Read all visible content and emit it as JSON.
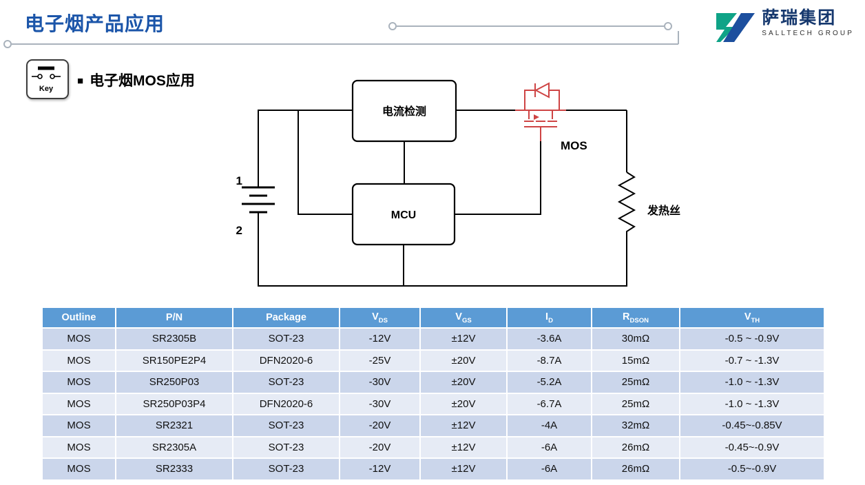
{
  "colors": {
    "title_blue": "#1B55A9",
    "logo_navy": "#16386E",
    "logo_green": "#0FA387",
    "table_header_bg": "#5B9BD5",
    "table_band_dark": "#CBD6EB",
    "table_band_light": "#E6EBF5",
    "mosfet_red": "#CE4444",
    "divider_gray": "#A9B2BC"
  },
  "header": {
    "title": "电子烟产品应用",
    "logo_text": "萨瑞集团",
    "logo_subtext": "SALLTECH GROUP"
  },
  "section": {
    "key_icon_label": "Key",
    "bullet": "■",
    "heading": "电子烟MOS应用"
  },
  "diagram": {
    "blocks": {
      "current_sense": "电流检测",
      "mcu": "MCU"
    },
    "labels": {
      "mos": "MOS",
      "heater": "发热丝",
      "battery_pin1": "1",
      "battery_pin2": "2"
    }
  },
  "table": {
    "headers": [
      {
        "base": "Outline",
        "sub": ""
      },
      {
        "base": "P/N",
        "sub": ""
      },
      {
        "base": "Package",
        "sub": ""
      },
      {
        "base": "V",
        "sub": "DS"
      },
      {
        "base": "V",
        "sub": "GS"
      },
      {
        "base": "I",
        "sub": "D"
      },
      {
        "base": "R",
        "sub": "DSON"
      },
      {
        "base": "V",
        "sub": "TH"
      }
    ],
    "rows": [
      [
        "MOS",
        "SR2305B",
        "SOT-23",
        "-12V",
        "±12V",
        "-3.6A",
        "30mΩ",
        "-0.5 ~ -0.9V"
      ],
      [
        "MOS",
        "SR150PE2P4",
        "DFN2020-6",
        "-25V",
        "±20V",
        "-8.7A",
        "15mΩ",
        "-0.7 ~ -1.3V"
      ],
      [
        "MOS",
        "SR250P03",
        "SOT-23",
        "-30V",
        "±20V",
        "-5.2A",
        "25mΩ",
        "-1.0 ~ -1.3V"
      ],
      [
        "MOS",
        "SR250P03P4",
        "DFN2020-6",
        "-30V",
        "±20V",
        "-6.7A",
        "25mΩ",
        "-1.0 ~ -1.3V"
      ],
      [
        "MOS",
        "SR2321",
        "SOT-23",
        "-20V",
        "±12V",
        "-4A",
        "32mΩ",
        "-0.45~-0.85V"
      ],
      [
        "MOS",
        "SR2305A",
        "SOT-23",
        "-20V",
        "±12V",
        "-6A",
        "26mΩ",
        "-0.45~-0.9V"
      ],
      [
        "MOS",
        "SR2333",
        "SOT-23",
        "-12V",
        "±12V",
        "-6A",
        "26mΩ",
        "-0.5~-0.9V"
      ]
    ]
  }
}
